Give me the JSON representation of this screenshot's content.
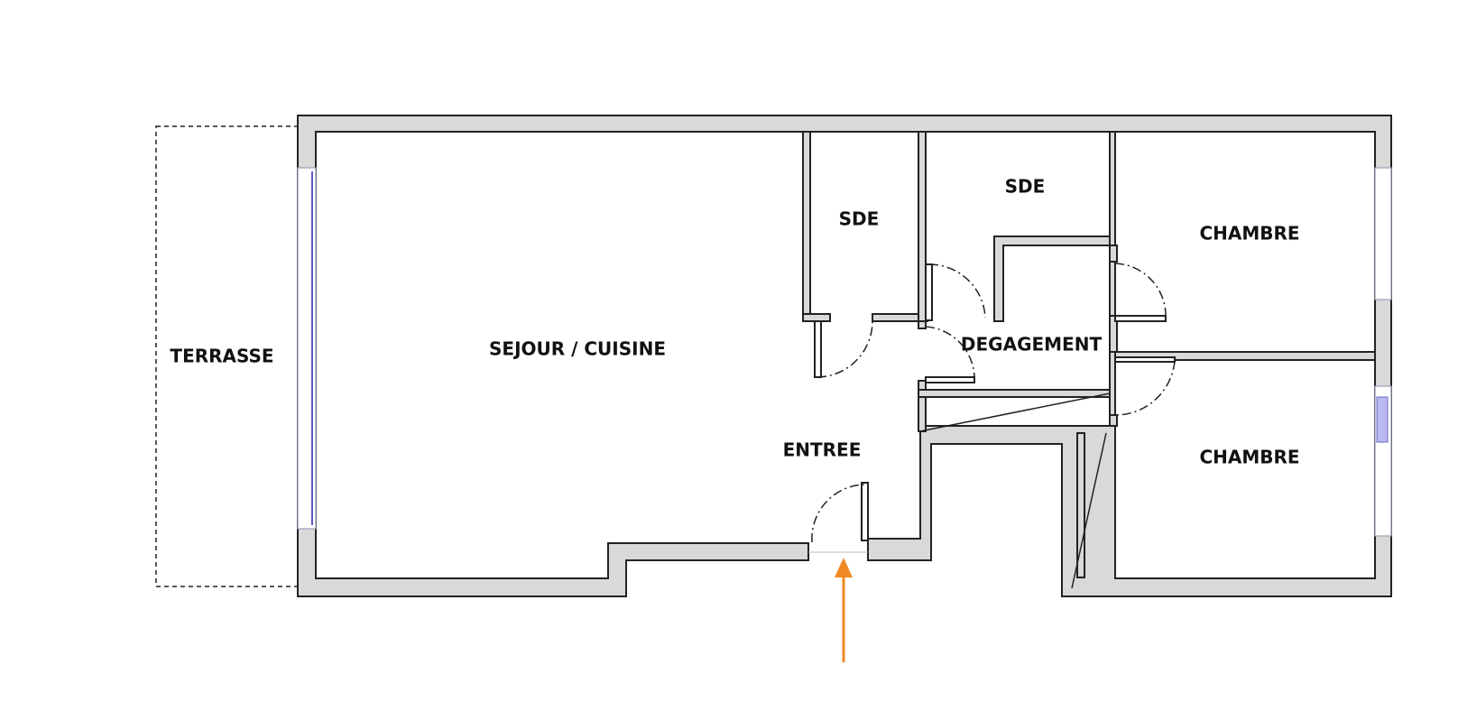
{
  "rooms": {
    "terrasse": "TERRASSE",
    "sejour_cuisine": "SEJOUR / CUISINE",
    "entree": "ENTREE",
    "sde_1": "SDE",
    "sde_2": "SDE",
    "degagement": "DEGAGEMENT",
    "chambre_1": "CHAMBRE",
    "chambre_2": "CHAMBRE"
  },
  "colors": {
    "wall_fill": "#d9d9d9",
    "wall_outline": "#222222",
    "entrance_arrow": "#f08a24",
    "window_glass": "#5a5ad0"
  },
  "icons": {
    "entrance": "entrance-arrow-icon"
  }
}
